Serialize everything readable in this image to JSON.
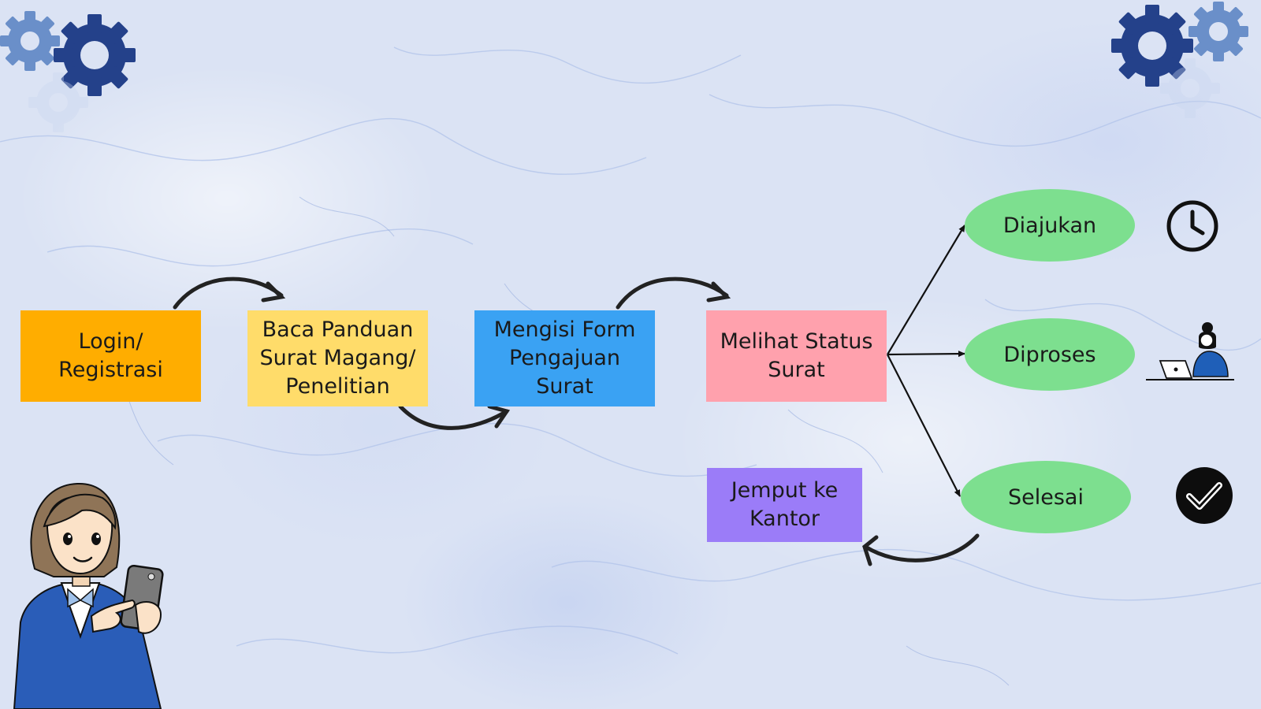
{
  "diagram": {
    "steps": {
      "login": "Login/\nRegistrasi",
      "panduan": "Baca Panduan\nSurat Magang/\nPenelitian",
      "form": "Mengisi Form\nPengajuan\nSurat",
      "status": "Melihat Status\nSurat",
      "jemput": "Jemput ke\nKantor"
    },
    "statuses": {
      "diajukan": "Diajukan",
      "diproses": "Diproses",
      "selesai": "Selesai"
    }
  },
  "colors": {
    "login": "#ffad00",
    "panduan": "#ffdc6a",
    "form": "#3aa2f3",
    "status": "#ffa1ad",
    "jemput": "#9b7cf8",
    "status_ellipse": "#7ddf8f",
    "gear_dark": "#24418a",
    "gear_light": "#6a8fc9"
  },
  "icons": [
    "gear-icon",
    "clock-icon",
    "person-laptop-icon",
    "check-circle-icon",
    "character-phone-illustration"
  ]
}
